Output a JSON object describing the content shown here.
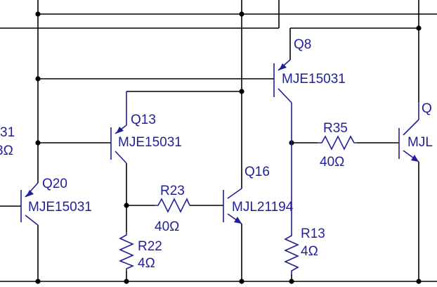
{
  "colors": {
    "wire": "#000000",
    "component": "#1f1f9a",
    "background": "#ffffff"
  },
  "components": {
    "q8": {
      "ref": "Q8",
      "part": "MJE15031"
    },
    "q13": {
      "ref": "Q13",
      "part": "MJE15031"
    },
    "q16": {
      "ref": "Q16",
      "part": "MJL21194"
    },
    "q20": {
      "ref": "Q20",
      "part": "MJE15031"
    },
    "q_right": {
      "ref": "Q",
      "part": "MJL"
    },
    "r35": {
      "ref": "R35",
      "value": "40Ω"
    },
    "r23": {
      "ref": "R23",
      "value": "40Ω"
    },
    "r22": {
      "ref": "R22",
      "value": "4Ω"
    },
    "r13": {
      "ref": "R13",
      "value": "4Ω"
    },
    "left_partial": {
      "top": "31",
      "bottom": "3Ω"
    }
  }
}
